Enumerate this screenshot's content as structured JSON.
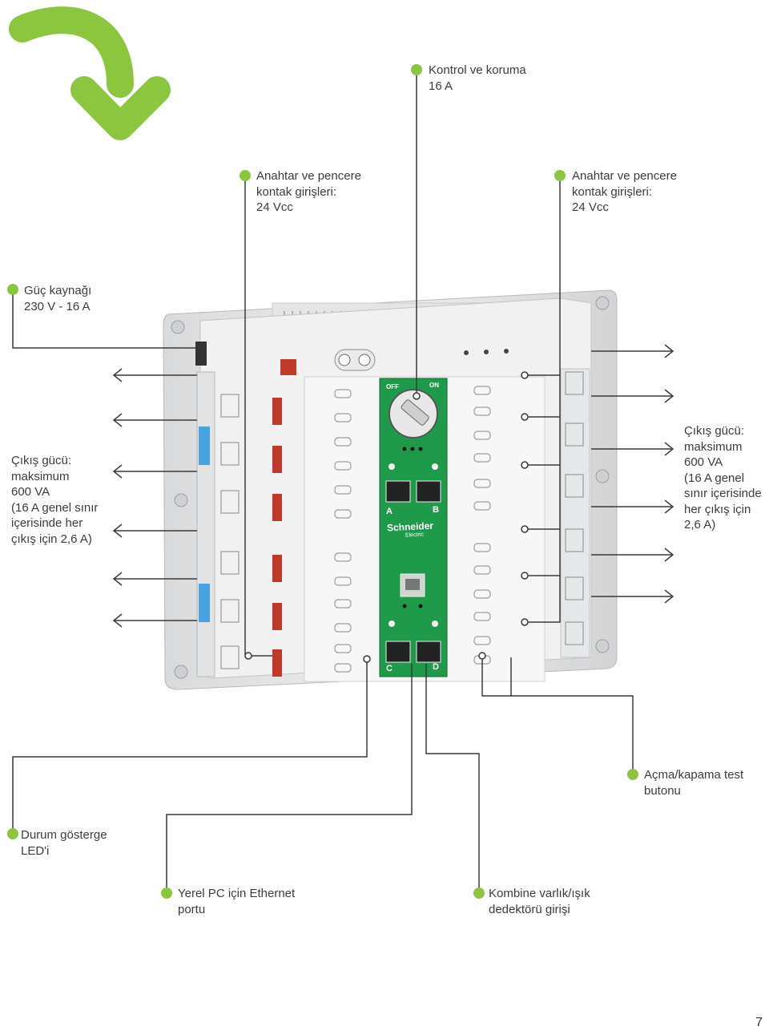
{
  "labels": {
    "kontrol": "Kontrol ve koruma\n16 A",
    "anahtar_left": "Anahtar ve pencere\nkontak girişleri:\n24 Vcc",
    "anahtar_right": "Anahtar ve pencere\nkontak girişleri:\n24 Vcc",
    "guc": "Güç kaynağı\n230 V - 16 A",
    "cikis_left": "Çıkış gücü:\nmaksimum\n600 VA\n(16 A genel sınır\niçerisinde her\nçıkış için 2,6 A)",
    "cikis_right": "Çıkış gücü:\nmaksimum\n600 VA\n(16 A genel\nsınır içerisinde\nher çıkış için\n2,6 A)",
    "acma": "Açma/kapama test\nbutonu",
    "durum": "Durum gösterge\nLED'i",
    "ethernet": "Yerel PC için Ethernet\nportu",
    "kombine": "Kombine varlık/ışık\ndedektörü girişi"
  },
  "device": {
    "brand": "Schneider",
    "brand_sub": "Electric",
    "switch_off": "OFF",
    "switch_on": "ON",
    "port_a": "A",
    "port_b": "B",
    "port_c": "C",
    "port_d": "D"
  },
  "page_number": "7",
  "colors": {
    "accent_green": "#8cc63f",
    "panel_green": "#1e9a4a",
    "line": "#3a3a3a"
  }
}
